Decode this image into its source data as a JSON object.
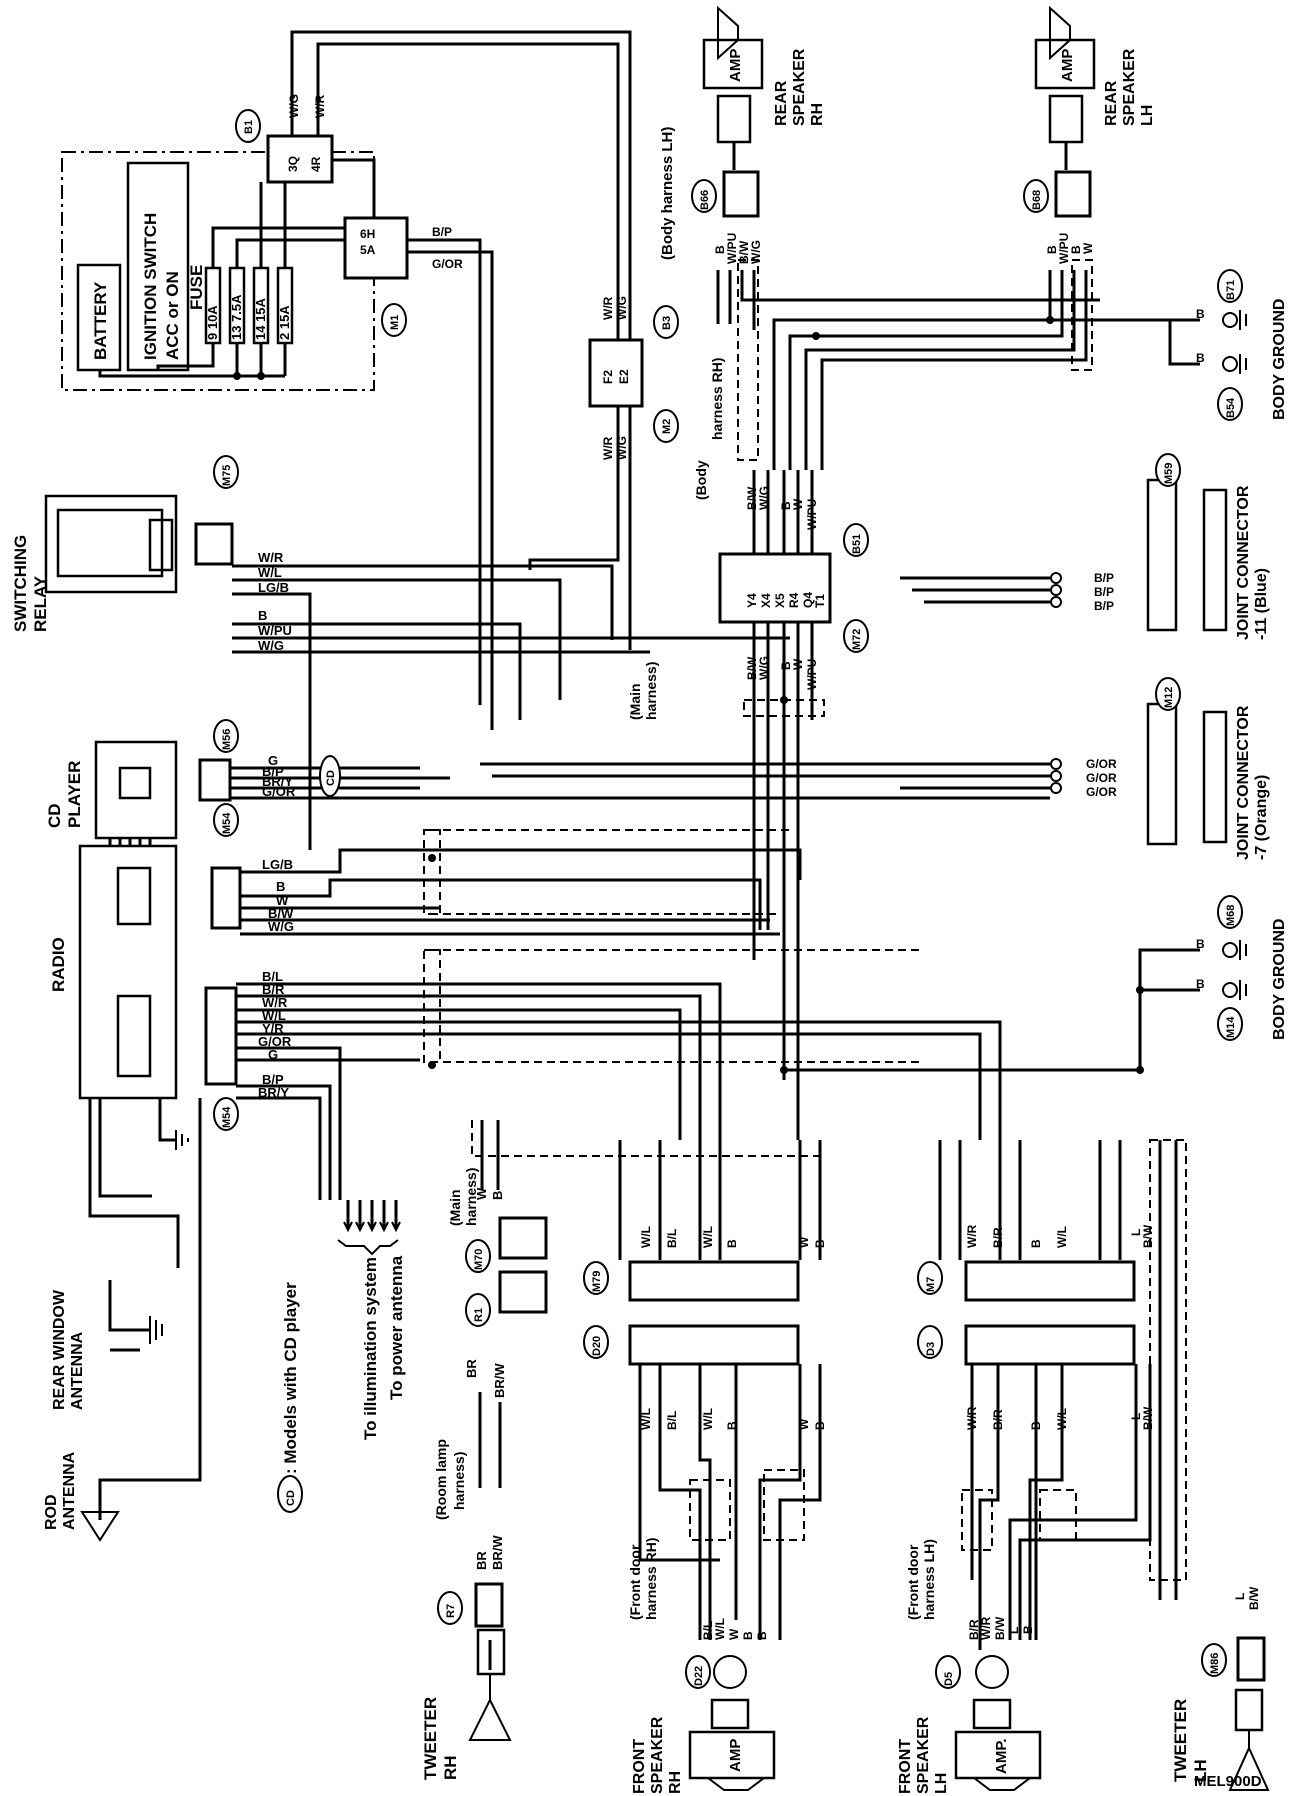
{
  "diagram_id": "MEL900D",
  "legend": {
    "cd_symbol": "CD",
    "cd_note": ": Models with CD player"
  },
  "components": {
    "battery": "BATTERY",
    "ignition_switch": [
      "IGNITION SWITCH",
      "ACC or ON"
    ],
    "fuse_title": "FUSE",
    "fuses": [
      "9 10A",
      "13 7.5A",
      "14 15A",
      "2 15A"
    ],
    "switching_relay": [
      "SWITCHING",
      "RELAY"
    ],
    "cd_player": [
      "CD",
      "PLAYER"
    ],
    "radio": "RADIO",
    "rod_antenna": [
      "ROD",
      "ANTENNA"
    ],
    "rear_window_antenna": [
      "REAR WINDOW",
      "ANTENNA"
    ],
    "rear_speaker_rh": [
      "REAR",
      "SPEAKER",
      "RH"
    ],
    "rear_speaker_lh": [
      "REAR",
      "SPEAKER",
      "LH"
    ],
    "amp": "AMP",
    "amp_dot": "AMP.",
    "front_speaker_rh": [
      "FRONT",
      "SPEAKER",
      "RH"
    ],
    "front_speaker_lh": [
      "FRONT",
      "SPEAKER",
      "LH"
    ],
    "tweeter_rh": [
      "TWEETER",
      "RH"
    ],
    "tweeter_lh": [
      "TWEETER",
      "LH"
    ],
    "body_ground": "BODY GROUND",
    "joint_connector_11": [
      "JOINT CONNECTOR",
      "-11 (Blue)"
    ],
    "joint_connector_7": [
      "JOINT CONNECTOR",
      "-7 (Orange)"
    ]
  },
  "notes": {
    "illumination": "To illumination system",
    "power_antenna": "To power antenna",
    "room_lamp": [
      "(Room lamp",
      "harness)"
    ],
    "body_harness_lh": "(Body harness LH)",
    "body_harness_rh": [
      "(Body",
      "harness RH)"
    ],
    "main_harness": [
      "(Main",
      "harness)"
    ],
    "front_door_rh": [
      "(Front door",
      "harness RH)"
    ],
    "front_door_lh": [
      "(Front door",
      "harness LH)"
    ]
  },
  "connectors": {
    "b1": "B1",
    "m1": "M1",
    "b3": "B3",
    "m2": "M2",
    "m75": "M75",
    "m56": "M56",
    "m54a": "M54",
    "m54b": "M54",
    "b66": "B66",
    "b68": "B68",
    "b51": "B51",
    "m72": "M72",
    "b71": "B71",
    "b54": "B54",
    "m59": "M59",
    "m12": "M12",
    "m68": "M68",
    "m14": "M14",
    "m70": "M70",
    "r1": "R1",
    "m79": "M79",
    "d20": "D20",
    "m7": "M7",
    "d3": "D3",
    "r7": "R7",
    "d22": "D22",
    "d5": "D5",
    "m86": "M86"
  },
  "terminals": {
    "b1": [
      "3Q",
      "4R"
    ],
    "m1": [
      "6H",
      "5A"
    ],
    "m2": [
      "F2",
      "E2"
    ],
    "b51": [
      "Y4",
      "X4",
      "X5",
      "R4",
      "Q4",
      "T1"
    ]
  },
  "wire_colors": {
    "top": [
      "W/G",
      "W/R"
    ],
    "m1_out": [
      "B/P",
      "G/OR"
    ],
    "b3": [
      "W/R",
      "W/G"
    ],
    "m2": [
      "W/R",
      "W/G"
    ],
    "m75": [
      "W/R",
      "W/L",
      "LG/B",
      "B",
      "W/PU",
      "W/G"
    ],
    "m56": [
      "G",
      "B/P",
      "BR/Y",
      "G/OR"
    ],
    "radio_a": [
      "LG/B",
      "B",
      "W",
      "B/W",
      "W/G"
    ],
    "radio_b": [
      "B/L",
      "B/R",
      "W/R",
      "W/L",
      "Y/R",
      "G/OR",
      "G",
      "B/P",
      "BR/Y"
    ],
    "b66": [
      "B",
      "W/PU",
      "B/W",
      "W/G"
    ],
    "b68": [
      "B",
      "W/PU",
      "B",
      "W"
    ],
    "b51_top": [
      "B/W",
      "W/G",
      "B",
      "W",
      "W/PU"
    ],
    "b51_bot": [
      "B/W",
      "W/G",
      "B",
      "W",
      "W/PU"
    ],
    "ground_b": "B",
    "jc11": [
      "B/P",
      "B/P",
      "B/P"
    ],
    "jc7": [
      "G/OR",
      "G/OR",
      "G/OR"
    ],
    "m70": [
      "W",
      "B"
    ],
    "r1": [
      "BR",
      "BR/W"
    ],
    "r7": [
      "BR",
      "BR/W"
    ],
    "m79": [
      "W/L",
      "B/L",
      "W/L",
      "B",
      "W",
      "B"
    ],
    "d20": [
      "W/L",
      "B/L",
      "W/L",
      "B",
      "W",
      "B"
    ],
    "m7": [
      "W/R",
      "B/R",
      "B",
      "W/L",
      "L",
      "B/W"
    ],
    "d3": [
      "W/R",
      "B/R",
      "B",
      "W/L",
      "L",
      "B/W"
    ],
    "d22": [
      "B/L",
      "W/L",
      "W",
      "B",
      "B"
    ],
    "d5": [
      "B/R",
      "W/R",
      "B/W",
      "L",
      "B"
    ],
    "m86": [
      "L",
      "B/W"
    ]
  }
}
